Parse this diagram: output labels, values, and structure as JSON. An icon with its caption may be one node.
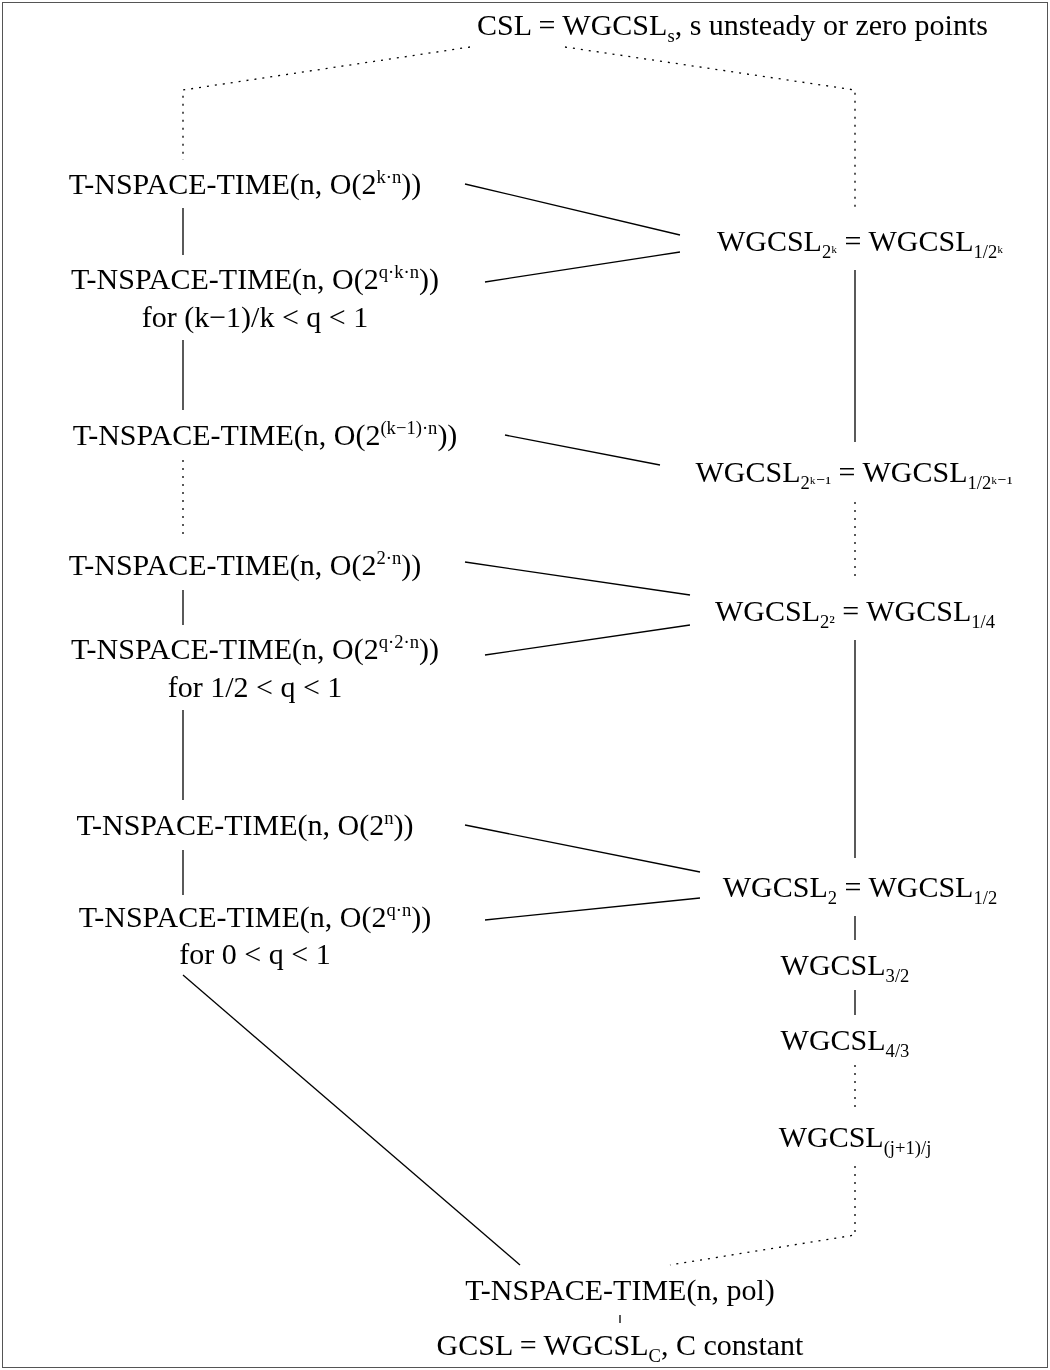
{
  "diagram": {
    "nodes": [
      {
        "text": [
          "CSL = WGCSL$_{s}$, s unsteady or zero points"
        ]
      },
      {
        "text": [
          "T-NSPACE-TIME(n, O(2$^{k·n}$))"
        ]
      },
      {
        "text": [
          "T-NSPACE-TIME(n, O(2$^{q·k·n}$))",
          "for (k−1)/k < q < 1"
        ]
      },
      {
        "text": [
          "WGCSL$_{2ᵏ}$ = WGCSL$_{1/2ᵏ}$"
        ]
      },
      {
        "text": [
          "T-NSPACE-TIME(n, O(2$^{(k−1)·n}$))"
        ]
      },
      {
        "text": [
          "WGCSL$_{2ᵏ⁻¹}$ = WGCSL$_{1/2ᵏ⁻¹}$"
        ]
      },
      {
        "text": [
          "T-NSPACE-TIME(n, O(2$^{2·n}$))"
        ]
      },
      {
        "text": [
          "T-NSPACE-TIME(n, O(2$^{q·2·n}$))",
          "for 1/2 < q < 1"
        ]
      },
      {
        "text": [
          "WGCSL$_{2²}$ = WGCSL$_{1/4}$"
        ]
      },
      {
        "text": [
          "T-NSPACE-TIME(n, O(2$^{n}$))"
        ]
      },
      {
        "text": [
          "T-NSPACE-TIME(n, O(2$^{q·n}$))",
          "for 0 < q < 1"
        ]
      },
      {
        "text": [
          "WGCSL$_{2}$ = WGCSL$_{1/2}$"
        ]
      },
      {
        "text": [
          "WGCSL$_{3/2}$"
        ]
      },
      {
        "text": [
          "WGCSL$_{4/3}$"
        ]
      },
      {
        "text": [
          "WGCSL$_{(j+1)/j}$"
        ]
      },
      {
        "text": [
          "T-NSPACE-TIME(n, pol)"
        ]
      },
      {
        "text": [
          "GCSL = WGCSL$_{C}$, C constant"
        ]
      }
    ],
    "edges": [
      {
        "from": 0,
        "to": 1,
        "arrow": "none",
        "style": "dashed"
      },
      {
        "from": 0,
        "to": 3,
        "arrow": "none",
        "style": "dashed"
      },
      {
        "from": 1,
        "to": 2,
        "arrow": "none"
      },
      {
        "from": 1,
        "to": 3,
        "arrow": "none"
      },
      {
        "from": 2,
        "to": 3,
        "arrow": "none"
      },
      {
        "from": 2,
        "to": 4,
        "arrow": "none"
      },
      {
        "from": 3,
        "to": 5,
        "arrow": "none"
      },
      {
        "from": 4,
        "to": 5,
        "arrow": "none"
      },
      {
        "from": 4,
        "to": 6,
        "arrow": "none",
        "style": "dashed"
      },
      {
        "from": 5,
        "to": 8,
        "arrow": "none",
        "style": "dashed"
      },
      {
        "from": 6,
        "to": 7,
        "arrow": "none"
      },
      {
        "from": 6,
        "to": 8,
        "arrow": "none"
      },
      {
        "from": 7,
        "to": 8,
        "arrow": "none"
      },
      {
        "from": 7,
        "to": 9,
        "arrow": "none"
      },
      {
        "from": 8,
        "to": 11,
        "arrow": "none"
      },
      {
        "from": 9,
        "to": 10,
        "arrow": "none"
      },
      {
        "from": 9,
        "to": 11,
        "arrow": "none"
      },
      {
        "from": 10,
        "to": 11,
        "arrow": "none"
      },
      {
        "from": 11,
        "to": 12,
        "arrow": "none"
      },
      {
        "from": 12,
        "to": 13,
        "arrow": "none"
      },
      {
        "from": 13,
        "to": 14,
        "arrow": "none",
        "style": "dashed"
      },
      {
        "from": 14,
        "to": 15,
        "arrow": "none",
        "style": "dashed"
      },
      {
        "from": 10,
        "to": 15,
        "arrow": "none"
      },
      {
        "from": 15,
        "to": 16,
        "arrow": "none"
      }
    ]
  }
}
